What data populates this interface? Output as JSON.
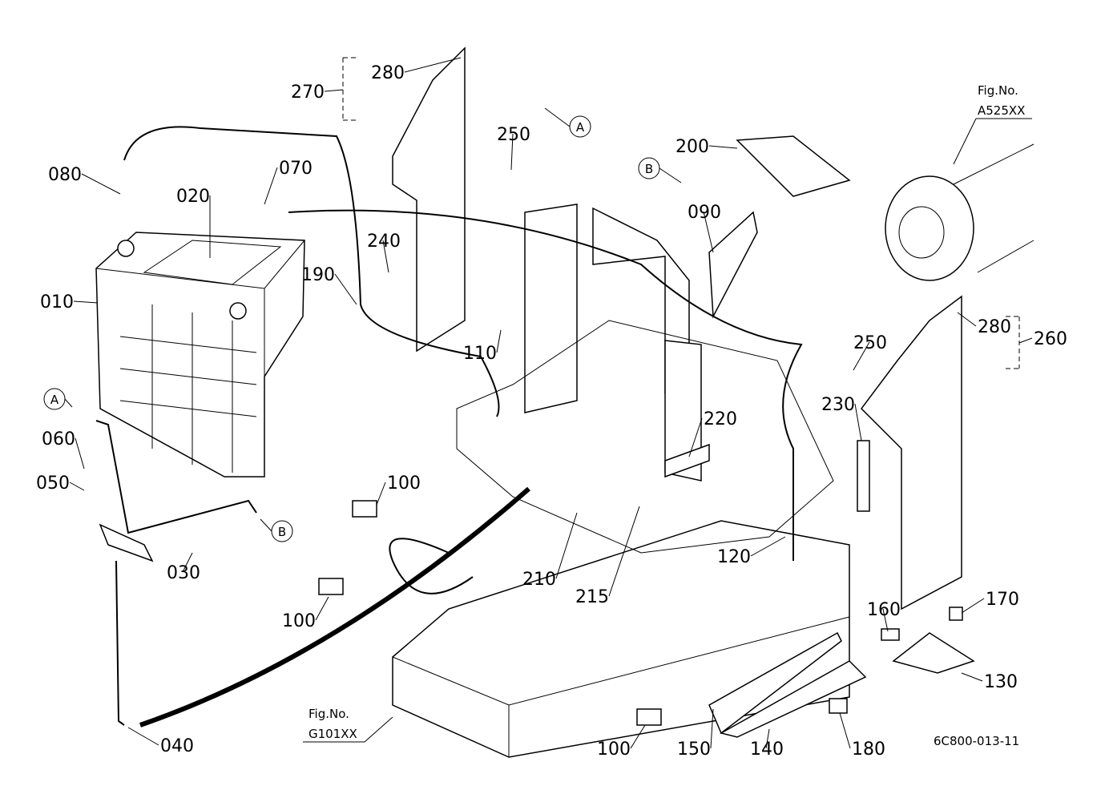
{
  "diagram": {
    "callouts": [
      "280",
      "270",
      "080",
      "020",
      "070",
      "250",
      "200",
      "090",
      "010",
      "190",
      "240",
      "110",
      "280",
      "260",
      "250",
      "230",
      "220",
      "060",
      "050",
      "100",
      "030",
      "210",
      "215",
      "120",
      "100",
      "160",
      "170",
      "130",
      "150",
      "140",
      "100",
      "180",
      "040"
    ],
    "section_markers": [
      "A",
      "B",
      "A",
      "B"
    ],
    "fig_refs": [
      {
        "label": "Fig.No.",
        "number": "A525XX"
      },
      {
        "label": "Fig.No.",
        "number": "G101XX"
      }
    ],
    "drawing_code": "6C800-013-11"
  }
}
